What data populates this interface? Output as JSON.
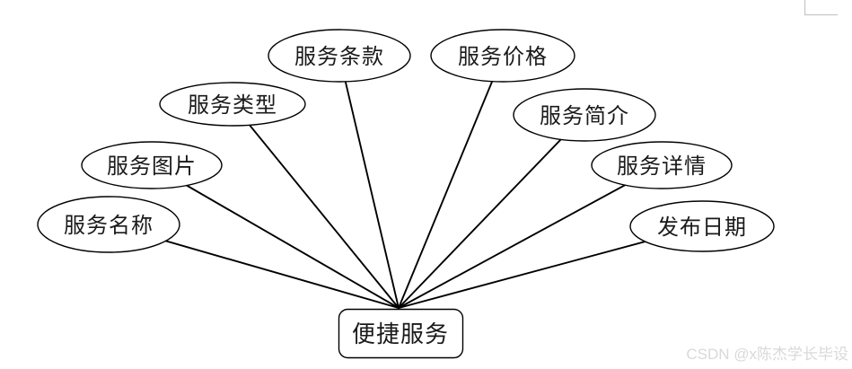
{
  "diagram": {
    "type": "entity-attribute-diagram",
    "center_node": {
      "label": "便捷服务"
    },
    "attributes": [
      {
        "label": "服务名称"
      },
      {
        "label": "服务图片"
      },
      {
        "label": "服务类型"
      },
      {
        "label": "服务条款"
      },
      {
        "label": "服务价格"
      },
      {
        "label": "服务简介"
      },
      {
        "label": "服务详情"
      },
      {
        "label": "发布日期"
      }
    ],
    "colors": {
      "node_fill": "#ffffff",
      "node_stroke": "#000000",
      "edge": "#000000"
    }
  },
  "watermark": {
    "text": "CSDN @x陈杰学长毕设",
    "color": "#d9d9d9"
  }
}
